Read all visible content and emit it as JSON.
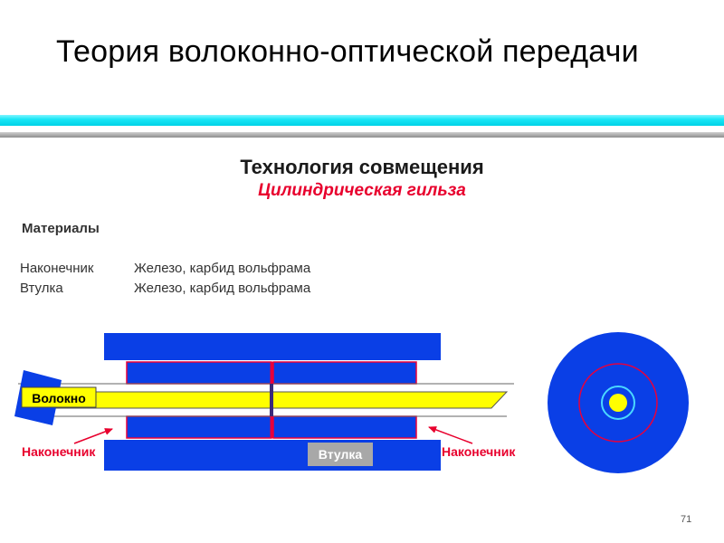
{
  "slide": {
    "title": "Теория волоконно-оптической передачи",
    "subtitle": "Технология совмещения",
    "subtitle2": "Цилиндрическая гильза",
    "page_number": "71"
  },
  "materials": {
    "heading": "Материалы",
    "rows": [
      {
        "name": "Наконечник",
        "value": "Железо, карбид вольфрама"
      },
      {
        "name": "Втулка",
        "value": "Железо, карбид вольфрама"
      }
    ]
  },
  "diagram": {
    "labels": {
      "fiber": "Волокно",
      "sleeve": "Втулка",
      "ferrule_left": "Наконечник",
      "ferrule_right": "Наконечник"
    },
    "colors": {
      "sleeve_blue": "#0a3fe6",
      "fiber_yellow": "#ffff00",
      "ferrule_outline": "#e8003c",
      "label_red": "#e8002d",
      "cladding_cyan": "#4ad8ff",
      "sleeve_label_bg": "#a8a8a8"
    }
  }
}
